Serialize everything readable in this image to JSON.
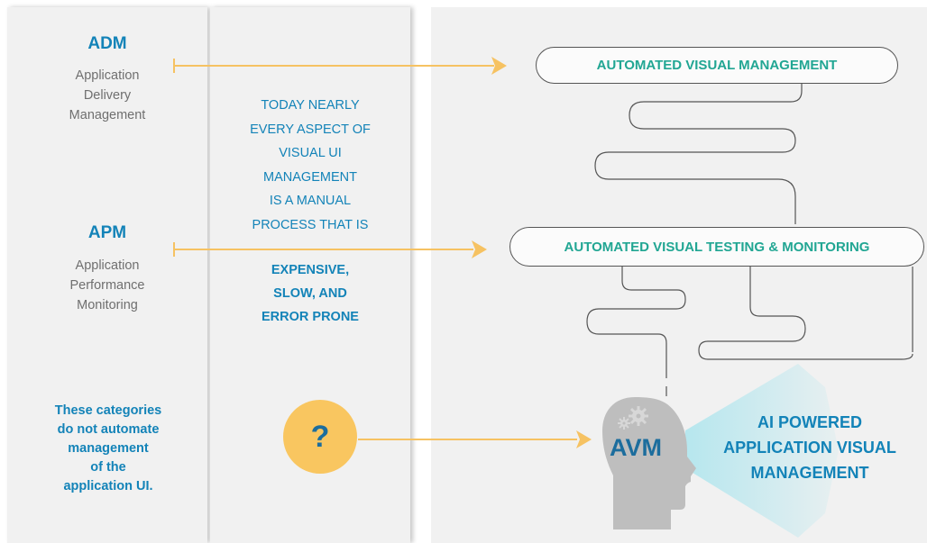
{
  "categories": [
    {
      "abbr": "ADM",
      "line1": "Application",
      "line2": "Delivery",
      "line3": "Management"
    },
    {
      "abbr": "APM",
      "line1": "Application",
      "line2": "Performance",
      "line3": "Monitoring"
    }
  ],
  "categories_note": {
    "line1": "These categories",
    "line2": "do not automate",
    "line3": "management",
    "line4": "of the",
    "line5": "application UI."
  },
  "middle": {
    "lines": [
      "Today nearly",
      "every aspect of",
      "visual UI",
      "management",
      "is a manual",
      "process that is"
    ],
    "emphasis": [
      "EXPENSIVE,",
      "SLOW, AND",
      "ERROR PRONE"
    ],
    "question_mark": "?"
  },
  "right": {
    "top_pill": "AUTOMATED VISUAL MANAGEMENT",
    "mid_pill": "AUTOMATED VISUAL TESTING & MONITORING",
    "head_label": "AVM",
    "head_icon": "gears-icon",
    "ai_lines": [
      "AI POWERED",
      "APPLICATION VISUAL",
      "MANAGEMENT"
    ]
  },
  "colors": {
    "panel_bg": "#f1f1f1",
    "blue": "#1383b8",
    "dark_blue": "#1c6d9d",
    "teal": "#21a693",
    "arrow_orange": "#f6c262",
    "head_gray": "#bebebe",
    "beam": "#b3e6ee"
  }
}
